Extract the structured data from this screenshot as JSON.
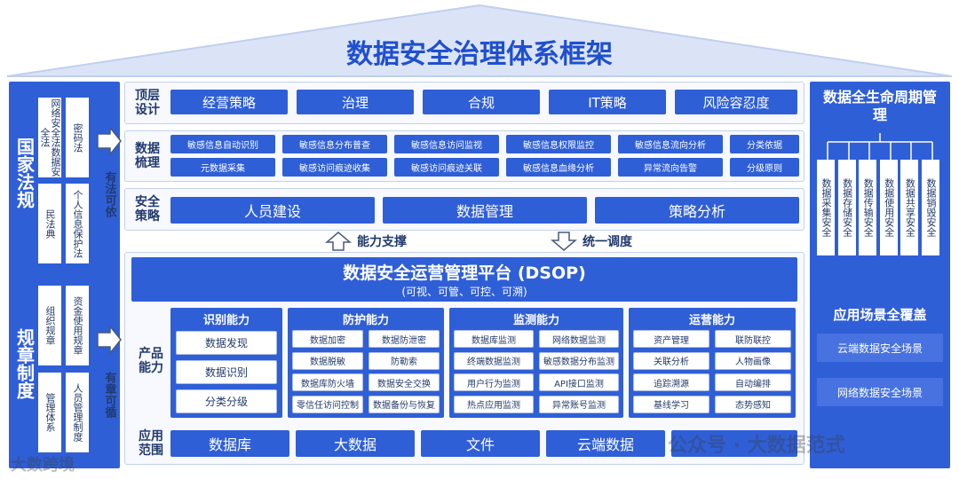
{
  "title": "数据安全治理体系框架",
  "left": {
    "top_label": "国家法规",
    "bottom_label": "规章制度",
    "laws": [
      "网络安全法数据安全法",
      "密码法",
      "民法典",
      "个人信息保护法"
    ],
    "rules": [
      "组织规章",
      "资金使用规章",
      "管理体系",
      "人员管理制度"
    ],
    "arrow_text_top": "有法可依",
    "arrow_text_bottom": "有章可循"
  },
  "rows": {
    "top_design": {
      "label": "顶层设计",
      "items": [
        "经营策略",
        "治理",
        "合规",
        "IT策略",
        "风险容忍度"
      ]
    },
    "data_sort": {
      "label": "数据梳理",
      "items": [
        "敏感信息自动识别",
        "敏感信息分布普查",
        "敏感信息访问监视",
        "敏感信息权限监控",
        "敏感信息流向分析",
        "分类依据",
        "元数据采集",
        "敏感访问痕迹收集",
        "敏感访问痕迹关联",
        "敏感信息血缘分析",
        "异常流向告警",
        "分级原则"
      ]
    },
    "security_strategy": {
      "label": "安全策略",
      "items": [
        "人员建设",
        "数据管理",
        "策略分析"
      ]
    }
  },
  "middle_arrows": {
    "support": "能力支撑",
    "dispatch": "统一调度"
  },
  "platform": {
    "title": "数据安全运营管理平台 (DSOP)",
    "subtitle": "(可视、可管、可控、可溯)"
  },
  "product": {
    "label": "产品能力",
    "groups": [
      {
        "title": "识别能力",
        "items": [
          "数据发现",
          "数据识别",
          "分类分级"
        ]
      },
      {
        "title": "防护能力",
        "items": [
          "数据加密",
          "数据防泄密",
          "数据脱敏",
          "防勒索",
          "数据库防火墙",
          "数据安全交换",
          "零信任访问控制",
          "数据备份与恢复"
        ]
      },
      {
        "title": "监测能力",
        "items": [
          "数据库监测",
          "网络数据监测",
          "终端数据监测",
          "敏感数据分布监测",
          "用户行为监测",
          "API接口监测",
          "热点应用监测",
          "异常账号监测"
        ]
      },
      {
        "title": "运营能力",
        "items": [
          "资产管理",
          "联防联控",
          "关联分析",
          "人物画像",
          "追踪溯源",
          "自动编排",
          "基线学习",
          "态势感知"
        ]
      }
    ]
  },
  "scope": {
    "label": "应用范围",
    "items": [
      "数据库",
      "大数据",
      "文件",
      "云端数据"
    ]
  },
  "right": {
    "lifecycle_title": "数据全生命周期管理",
    "lifecycle_items": [
      "数据采集安全",
      "数据存储安全",
      "数据传输安全",
      "数据使用安全",
      "数据共享安全",
      "数据销毁安全"
    ],
    "scene_title": "应用场景全覆盖",
    "scene_items": [
      "云端数据安全场景",
      "网络数据安全场景"
    ]
  },
  "watermark": {
    "left": "大数跨境",
    "right": "公众号 · 大数据范式"
  },
  "colors": {
    "primary": "#2f5fd7",
    "roof": "#dbe4f7",
    "panel": "#f7f9fe"
  }
}
